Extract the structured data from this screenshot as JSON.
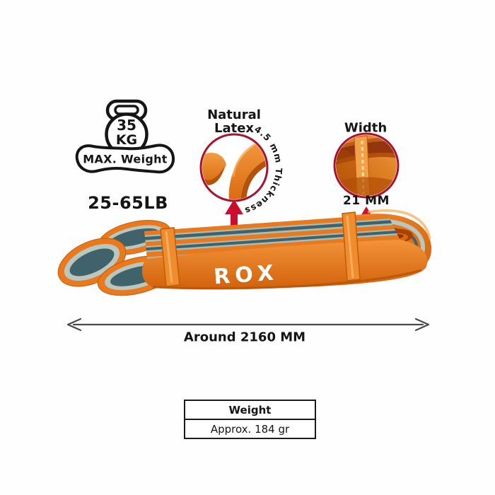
{
  "badge": {
    "value": "35",
    "unit": "KG",
    "label": "MAX. Weight"
  },
  "resistance_range": "25-65LB",
  "latex_callout": {
    "line1": "Natural",
    "line2": "Latex",
    "thickness_label": "4.5 mm Thickness"
  },
  "width_callout": {
    "title": "Width",
    "value": "21 MM"
  },
  "band": {
    "logo": "ROX"
  },
  "length_label": "Around 2160 MM",
  "spec_table": {
    "header": "Weight",
    "value": "Approx. 184 gr"
  },
  "colors": {
    "band_orange": "#e8791f",
    "band_orange_dark": "#c05a08",
    "band_inner_teal": "#3f626b",
    "band_inner_sage": "#b9c7bf",
    "magnifier_ring": "#a81230",
    "arrow_red": "#cc0e2e",
    "dimension_arrow": "#4a4a4a",
    "text": "#151515"
  }
}
